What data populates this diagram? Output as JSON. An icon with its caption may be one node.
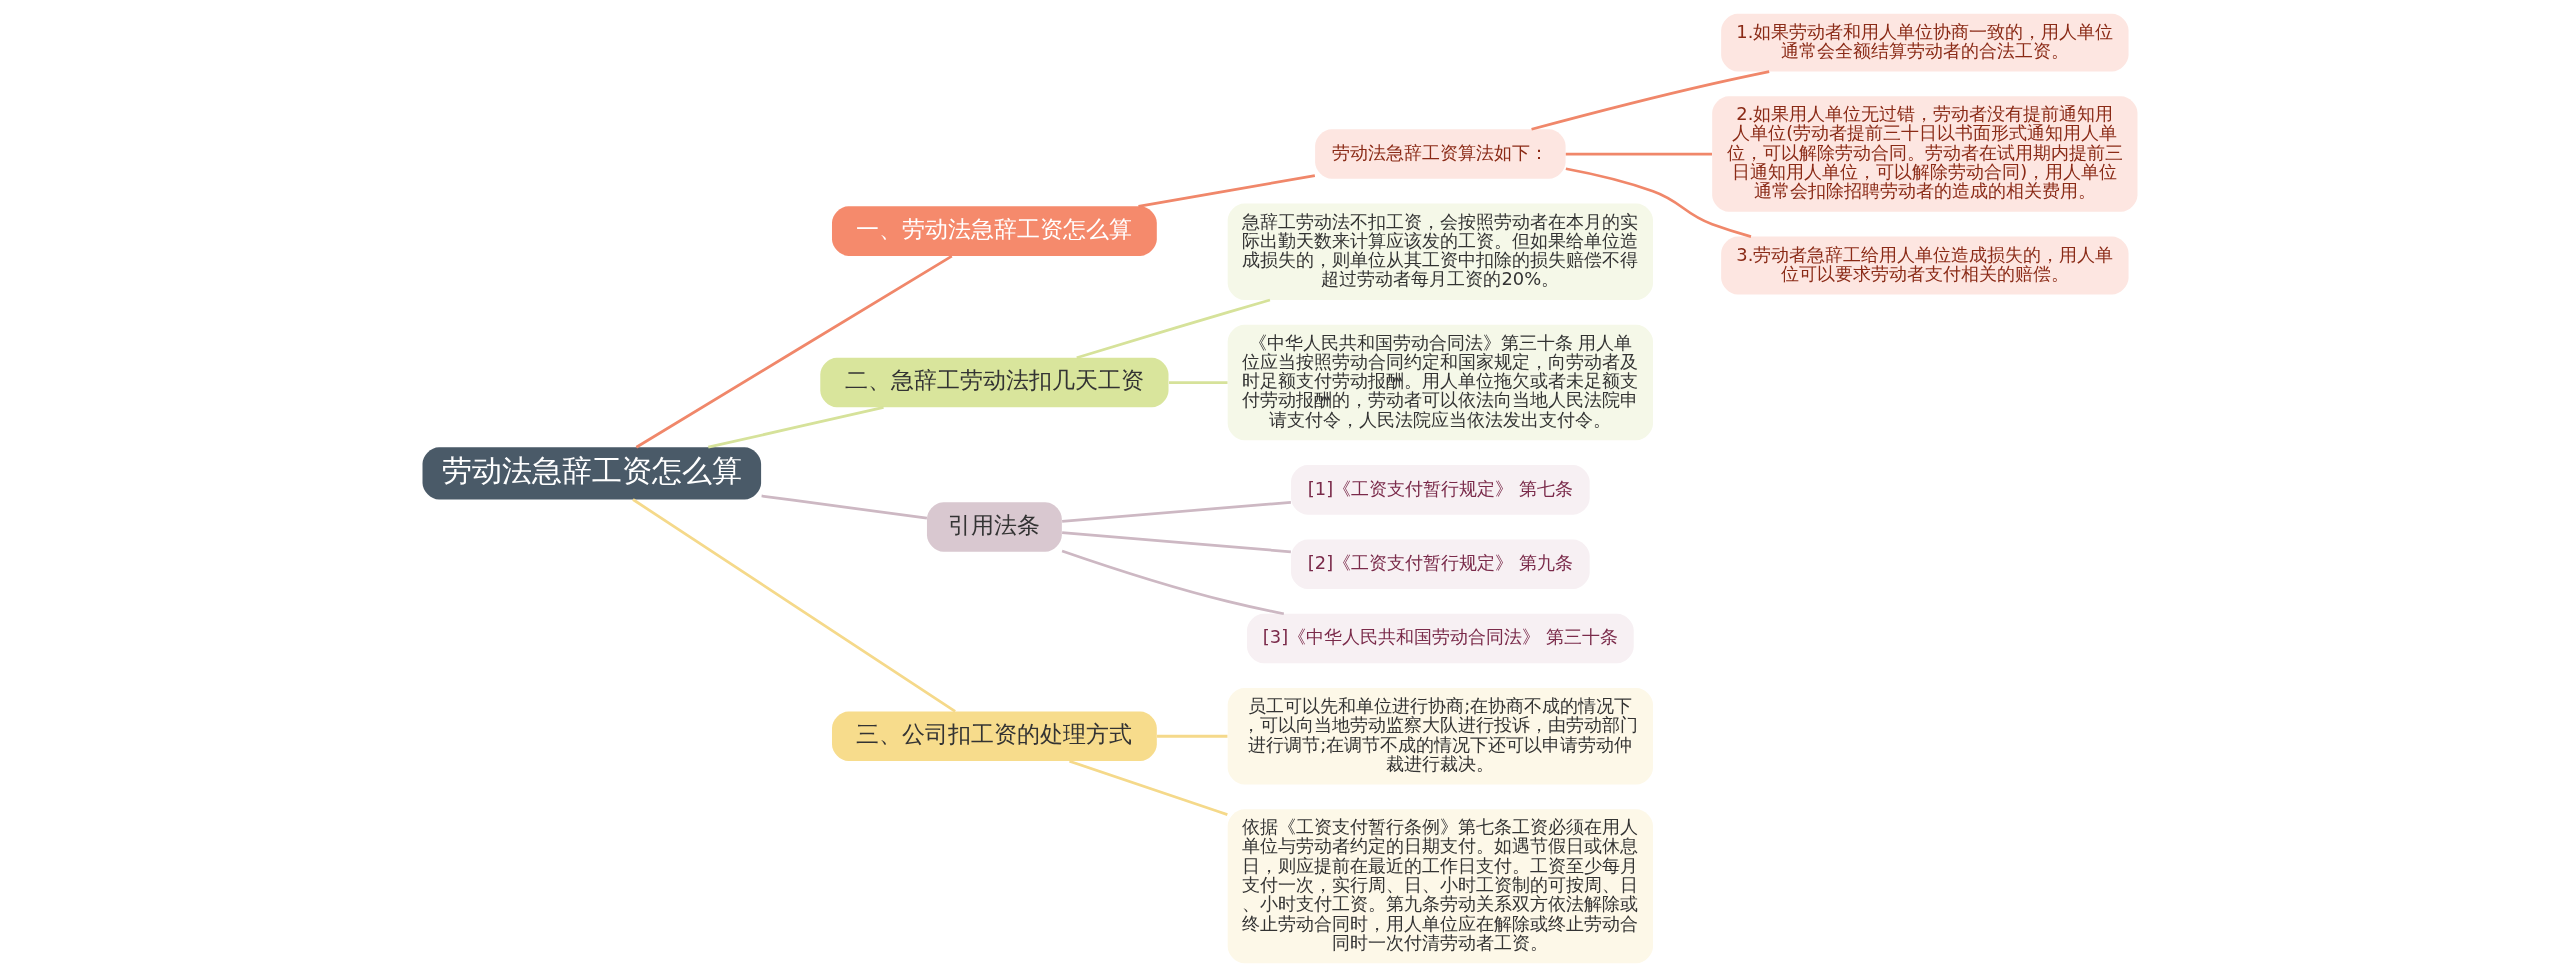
{
  "diagram": {
    "nodes": [
      {
        "text": [
          "劳动法急辞工资怎么算"
        ]
      },
      {
        "text": [
          "一、劳动法急辞工资怎么算"
        ]
      },
      {
        "text": [
          "劳动法急辞工资算法如下："
        ]
      },
      {
        "text": [
          "1.如果劳动者和用人单位协商一致的，用人单位通常会全额结算劳动者的合法工资。"
        ]
      },
      {
        "text": [
          "2.如果用人单位无过错，劳动者没有提前通知用人单位(劳动者提前三十日以书面形式通知用人单位，可以解除劳动合同。劳动者在试用期内提前三日通知用人单位，可以解除劳动合同)，用人单位通常会扣除招聘劳动者的造成的相关费用。"
        ]
      },
      {
        "text": [
          "3.劳动者急辞工给用人单位造成损失的，用人单位可以要求劳动者支付相关的赔偿。"
        ]
      },
      {
        "text": [
          "二、急辞工劳动法扣几天工资"
        ]
      },
      {
        "text": [
          "急辞工劳动法不扣工资，会按照劳动者在本月的实际出勤天数来计算应该发的工资。但如果给单位造成损失的，则单位从其工资中扣除的损失赔偿不得超过劳动者每月工资的20%。"
        ]
      },
      {
        "text": [
          "《中华人民共和国劳动合同法》第三十条 用人单位应当按照劳动合同约定和国家规定，向劳动者及时足额支付劳动报酬。用人单位拖欠或者未足额支付劳动报酬的，劳动者可以依法向当地人民法院申请支付令，人民法院应当依法发出支付令。"
        ]
      },
      {
        "text": [
          "引用法条"
        ]
      },
      {
        "text": [
          "[1]《工资支付暂行规定》 第七条"
        ]
      },
      {
        "text": [
          "[2]《工资支付暂行规定》 第九条"
        ]
      },
      {
        "text": [
          "[3]《中华人民共和国劳动合同法》 第三十条"
        ]
      },
      {
        "text": [
          "三、公司扣工资的处理方式"
        ]
      },
      {
        "text": [
          "员工可以先和单位进行协商;在协商不成的情况下，可以向当地劳动监察大队进行投诉，由劳动部门进行调节;在调节不成的情况下还可以申请劳动仲裁进行裁决。"
        ]
      },
      {
        "text": [
          "依据《工资支付暂行条例》第七条工资必须在用人单位与劳动者约定的日期支付。如遇节假日或休息日，则应提前在最近的工作日支付。工资至少每月支付一次，实行周、日、小时工资制的可按周、日、小时支付工资。第九条劳动关系双方依法解除或终止劳动合同时，用人单位应在解除或终止劳动合同时一次付清劳动者工资。"
        ]
      }
    ],
    "edges": [
      {
        "from": 0,
        "to": 1,
        "arrow": "none",
        "color": "#f0876a"
      },
      {
        "from": 1,
        "to": 2,
        "arrow": "none",
        "color": "#f0876a"
      },
      {
        "from": 2,
        "to": 3,
        "arrow": "none",
        "color": "#f0876a"
      },
      {
        "from": 2,
        "to": 4,
        "arrow": "none",
        "color": "#f0876a"
      },
      {
        "from": 2,
        "to": 5,
        "arrow": "none",
        "color": "#f0876a"
      },
      {
        "from": 0,
        "to": 6,
        "arrow": "none",
        "color": "#d6e29a"
      },
      {
        "from": 6,
        "to": 7,
        "arrow": "none",
        "color": "#d6e29a"
      },
      {
        "from": 6,
        "to": 8,
        "arrow": "none",
        "color": "#d6e29a"
      },
      {
        "from": 0,
        "to": 9,
        "arrow": "none",
        "color": "#cdb8c3"
      },
      {
        "from": 9,
        "to": 10,
        "arrow": "none",
        "color": "#cdb8c3"
      },
      {
        "from": 9,
        "to": 11,
        "arrow": "none",
        "color": "#cdb8c3"
      },
      {
        "from": 9,
        "to": 12,
        "arrow": "none",
        "color": "#cdb8c3"
      },
      {
        "from": 0,
        "to": 13,
        "arrow": "none",
        "color": "#f5d98a"
      },
      {
        "from": 13,
        "to": 14,
        "arrow": "none",
        "color": "#f5d98a"
      },
      {
        "from": 13,
        "to": 15,
        "arrow": "none",
        "color": "#f5d98a"
      }
    ]
  }
}
